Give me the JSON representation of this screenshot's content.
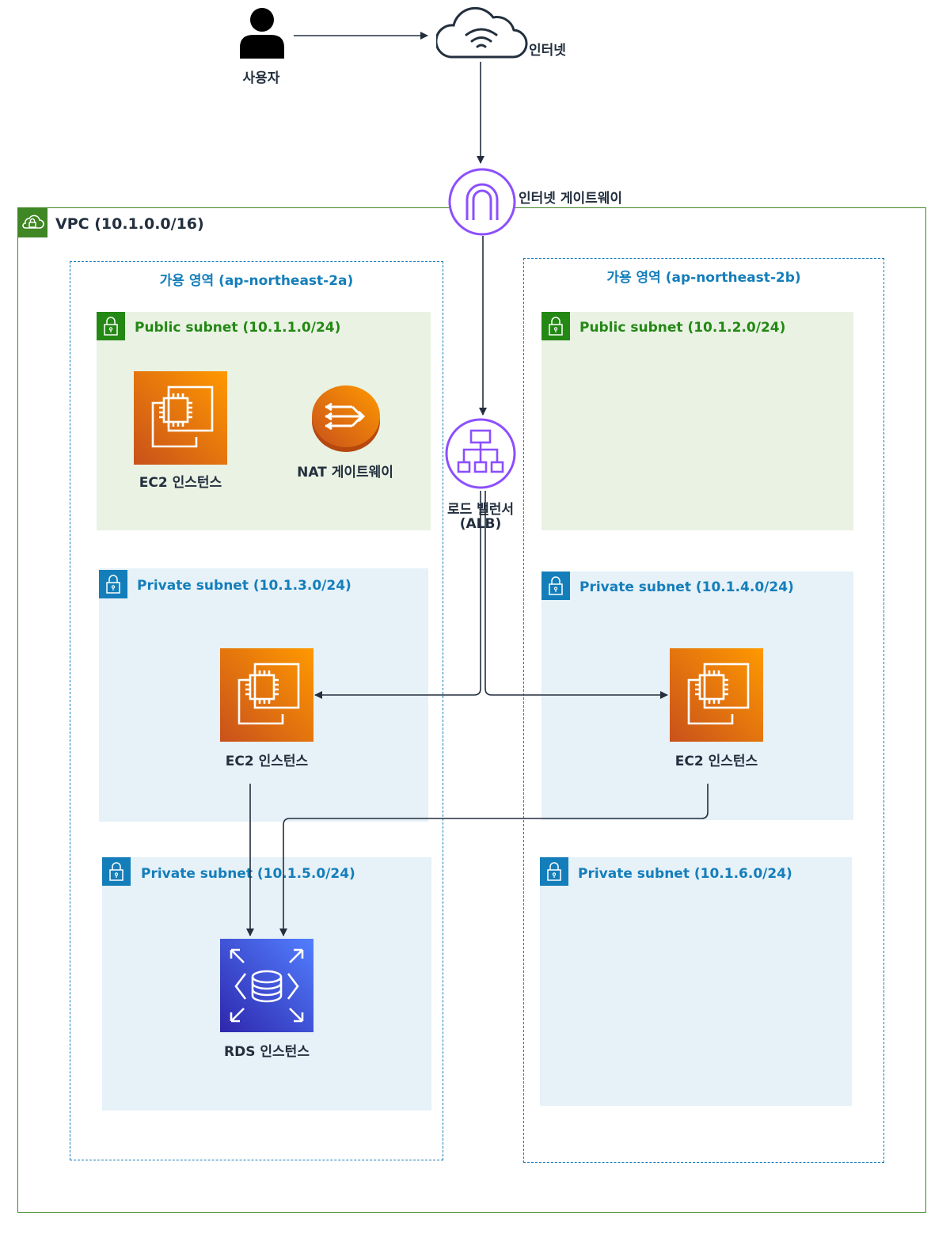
{
  "user": {
    "label": "사용자"
  },
  "internet": {
    "label": "인터넷"
  },
  "igw": {
    "label": "인터넷 게이트웨이"
  },
  "vpc": {
    "label": "VPC (10.1.0.0/16)"
  },
  "az_a": {
    "label": "가용 영역 (ap-northeast-2a)"
  },
  "az_b": {
    "label": "가용 영역 (ap-northeast-2b)"
  },
  "subnets": {
    "pub_a": "Public subnet (10.1.1.0/24)",
    "pub_b": "Public subnet (10.1.2.0/24)",
    "priv_a1": "Private subnet (10.1.3.0/24)",
    "priv_b1": "Private subnet (10.1.4.0/24)",
    "priv_a2": "Private subnet (10.1.5.0/24)",
    "priv_b2": "Private subnet (10.1.6.0/24)"
  },
  "nodes": {
    "ec2_public": "EC2 인스턴스",
    "nat": "NAT 게이트웨이",
    "alb_line1": "로드 밸런서",
    "alb_line2": "(ALB)",
    "ec2_a": "EC2 인스턴스",
    "ec2_b": "EC2 인스턴스",
    "rds": "RDS 인스턴스"
  },
  "colors": {
    "vpc": "#3f8624",
    "public_subnet": "#248814",
    "private_subnet": "#147eba",
    "ec2": "#ed7100",
    "rds": "#3b48cc",
    "network": "#8c4fff"
  }
}
